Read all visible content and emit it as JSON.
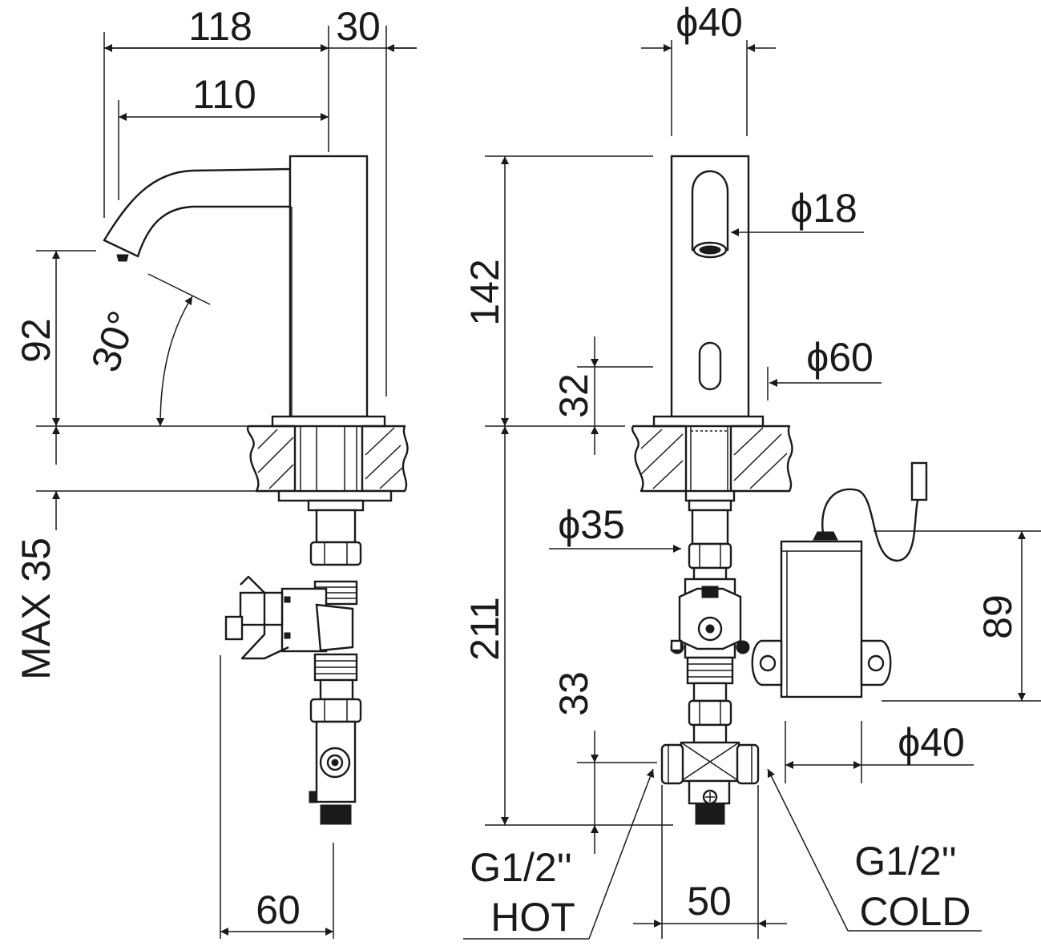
{
  "dimensions": {
    "side": {
      "spout_reach_total": "118",
      "body_depth": "30",
      "spout_reach": "110",
      "outlet_height": "92",
      "spout_angle": "30°",
      "max_deck_thickness": "MAX 35",
      "valve_offset": "60"
    },
    "front": {
      "body_diameter": "ϕ40",
      "body_height": "142",
      "outlet_diameter": "ϕ18",
      "sensor_height": "32",
      "flange_diameter": "ϕ60",
      "shank_diameter": "ϕ35",
      "under_deck_length": "211",
      "inlet_height": "33",
      "control_box_height": "89",
      "control_box_diameter": "ϕ40",
      "inlet_spacing": "50"
    },
    "connections": {
      "hot_thread": "G1/2''",
      "hot_label": "HOT",
      "cold_thread": "G1/2''",
      "cold_label": "COLD"
    }
  }
}
